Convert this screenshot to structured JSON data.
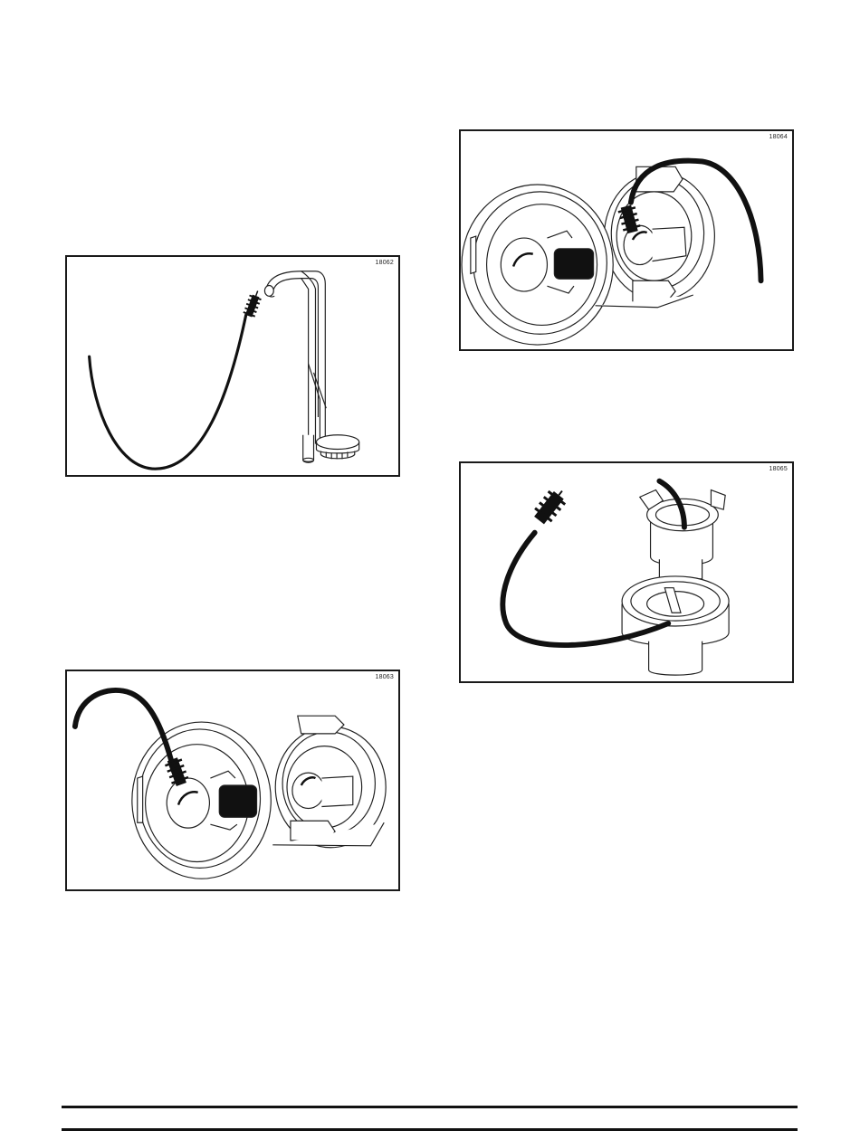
{
  "figures": [
    {
      "id": "fig-18062",
      "number": "18062",
      "subject": "brush and faucet spout"
    },
    {
      "id": "fig-18063",
      "number": "18063",
      "subject": "brush in left valve port"
    },
    {
      "id": "fig-18064",
      "number": "18064",
      "subject": "brush in right valve port"
    },
    {
      "id": "fig-18065",
      "number": "18065",
      "subject": "brush through valve cartridges"
    }
  ]
}
